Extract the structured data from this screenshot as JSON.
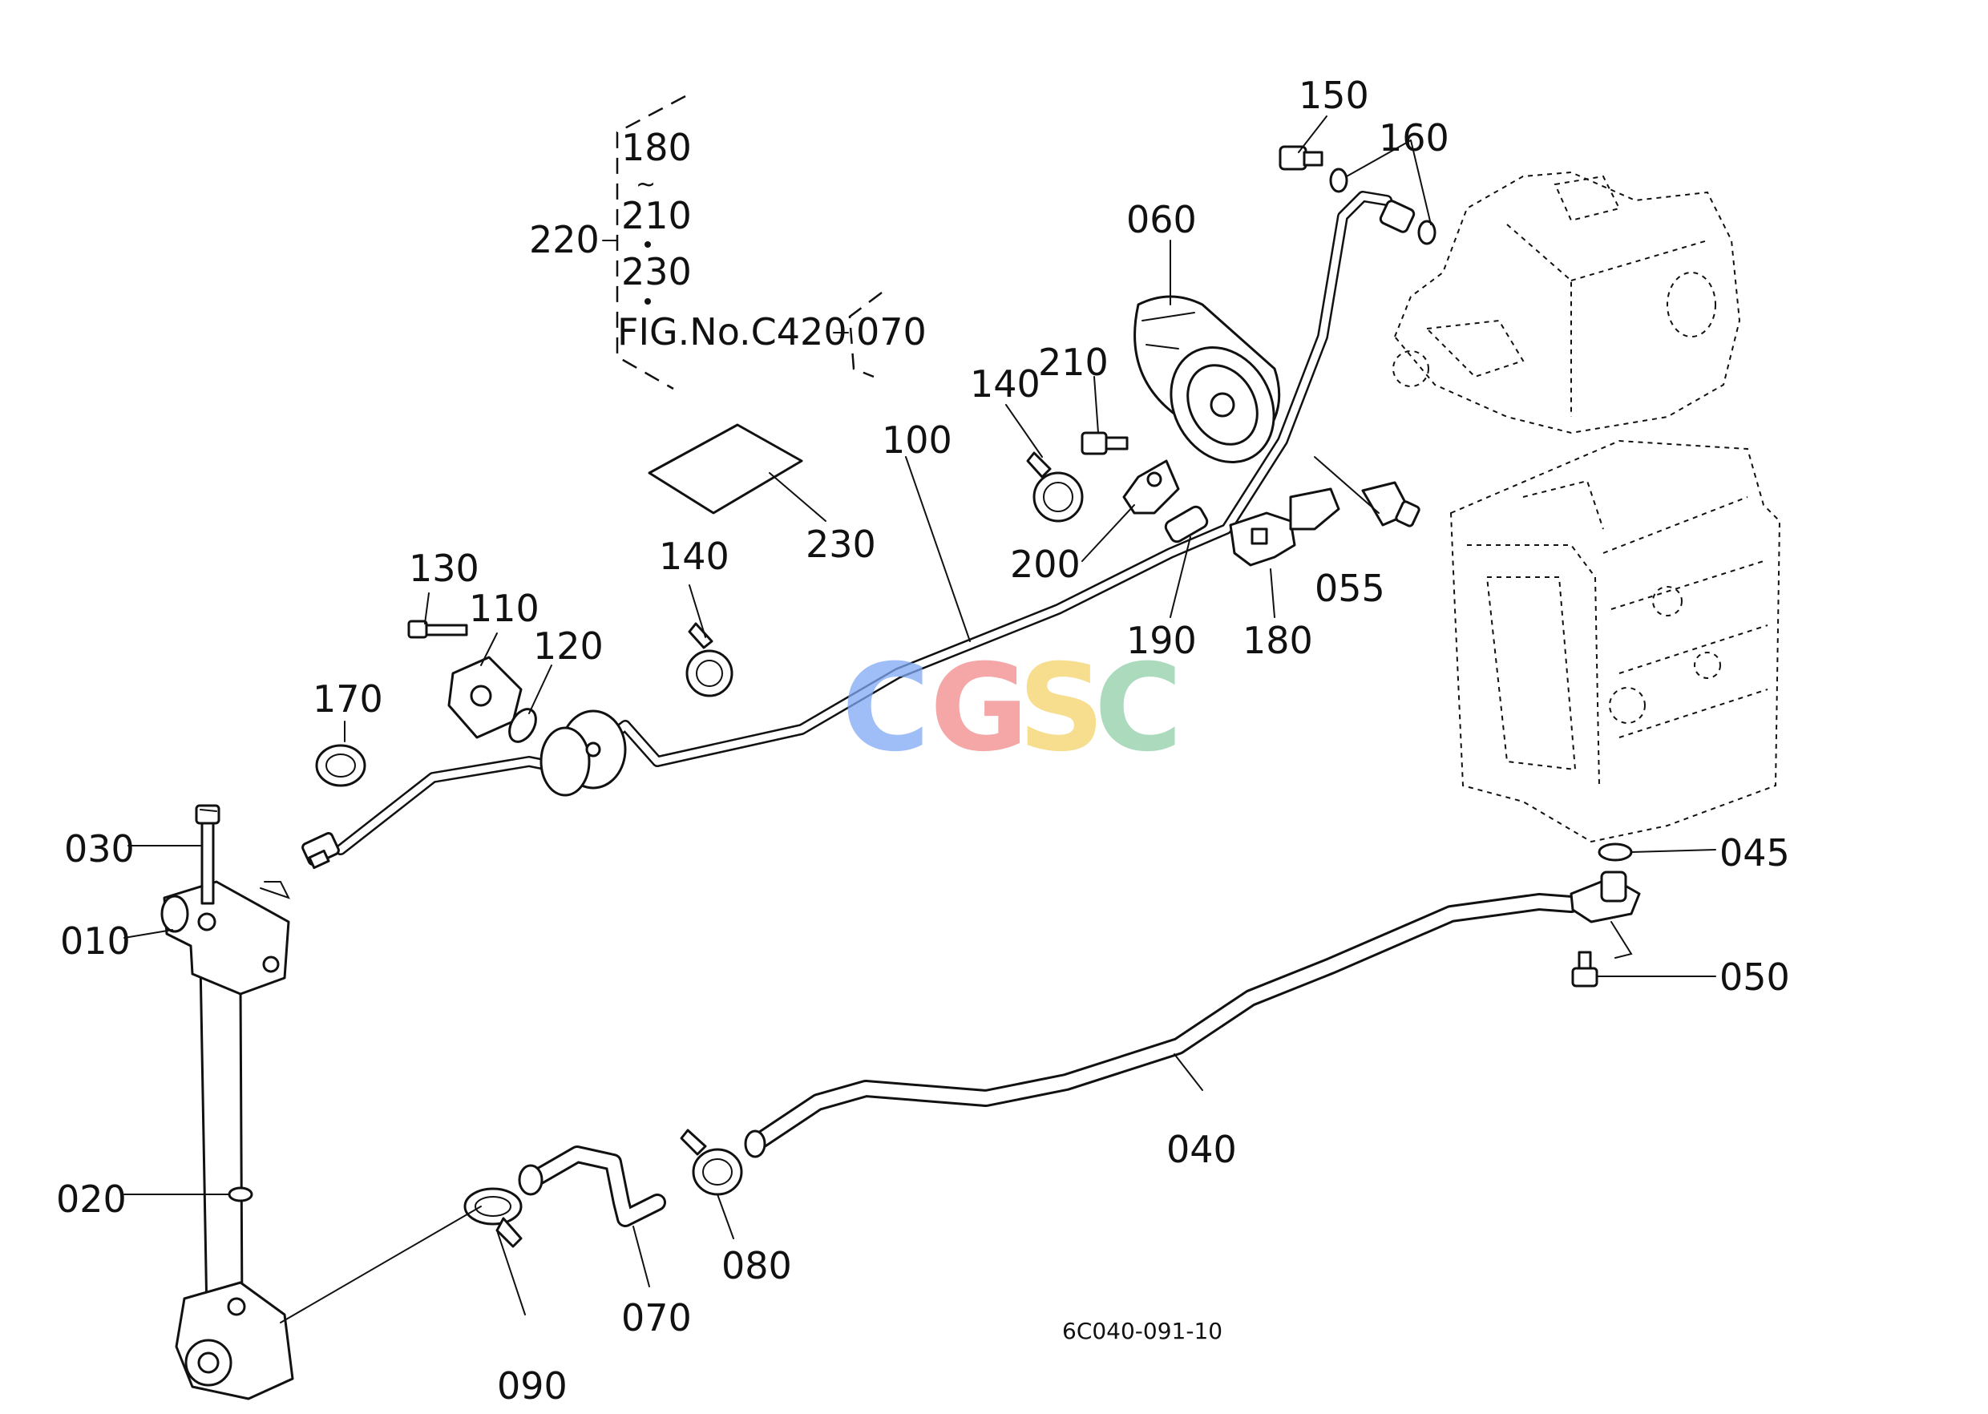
{
  "labels": {
    "p010": "010",
    "p020": "020",
    "p030": "030",
    "p040": "040",
    "p045": "045",
    "p050": "050",
    "p055": "055",
    "p060": "060",
    "p070": "070",
    "p080": "080",
    "p090": "090",
    "p100": "100",
    "p110": "110",
    "p120": "120",
    "p130": "130",
    "p140a": "140",
    "p140b": "140",
    "p150": "150",
    "p160": "160",
    "p170": "170",
    "p180": "180",
    "p190": "190",
    "p200": "200",
    "p210": "210",
    "p230": "230"
  },
  "group_note": {
    "assembly": "220",
    "range_start": "180",
    "range_tilde": "~",
    "range_end": "210",
    "extra": "230",
    "fig_ref": "FIG.No.C420",
    "fig_part": "070"
  },
  "diagram_code": "6C040-091-10",
  "watermark": {
    "letters": [
      "C",
      "G",
      "S",
      "C"
    ],
    "colors": [
      "#7fa8f5",
      "#f28a8a",
      "#f5d36a",
      "#8fcfa6"
    ]
  }
}
